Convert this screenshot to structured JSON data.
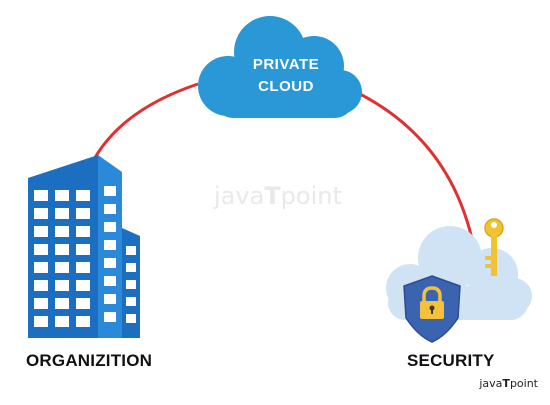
{
  "diagram": {
    "cloud": {
      "line1": "PRIVATE",
      "line2": "CLOUD"
    },
    "left_node": {
      "label": "ORGANIZITION"
    },
    "right_node": {
      "label": "SECURITY"
    }
  },
  "watermark": {
    "prefix": "java",
    "mark": "T",
    "suffix": "point"
  },
  "footer_logo": {
    "prefix": "java",
    "mark": "T",
    "suffix": "point"
  },
  "colors": {
    "cloud": "#2a97d6",
    "connector": "#e03030",
    "building": "#1c6fc0",
    "security_cloud": "#cfe3f5",
    "shield": "#3a63b0",
    "lock": "#f3c13a",
    "key": "#f1c232"
  },
  "icons": [
    "cloud-icon",
    "building-icon",
    "security-cloud-icon",
    "shield-icon",
    "lock-icon",
    "key-icon"
  ]
}
